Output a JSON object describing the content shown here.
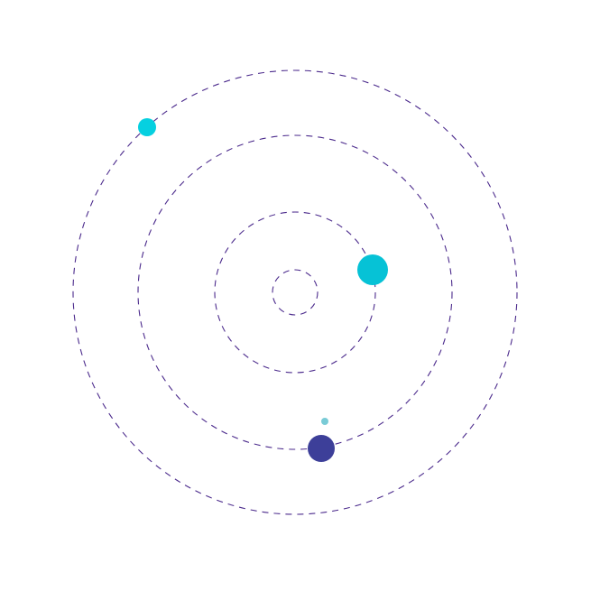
{
  "colors": {
    "background": "#ffffff",
    "orbit_stroke": "#4b2a8c",
    "planet_cyan": "#06d0e0",
    "planet_teal": "#06c2d6",
    "planet_indigo": "#3d3f99",
    "moon": "#79cbd6"
  },
  "orbits": [
    {
      "name": "orbit-innermost"
    },
    {
      "name": "orbit-inner"
    },
    {
      "name": "orbit-middle"
    },
    {
      "name": "orbit-outer"
    }
  ],
  "bodies": [
    {
      "name": "planet-outer",
      "orbit": "orbit-outer",
      "color_key": "planet_cyan"
    },
    {
      "name": "planet-inner",
      "orbit": "orbit-inner",
      "color_key": "planet_teal"
    },
    {
      "name": "planet-middle",
      "orbit": "orbit-middle",
      "color_key": "planet_indigo"
    },
    {
      "name": "moon",
      "orbit": "orbit-middle",
      "color_key": "moon"
    }
  ]
}
